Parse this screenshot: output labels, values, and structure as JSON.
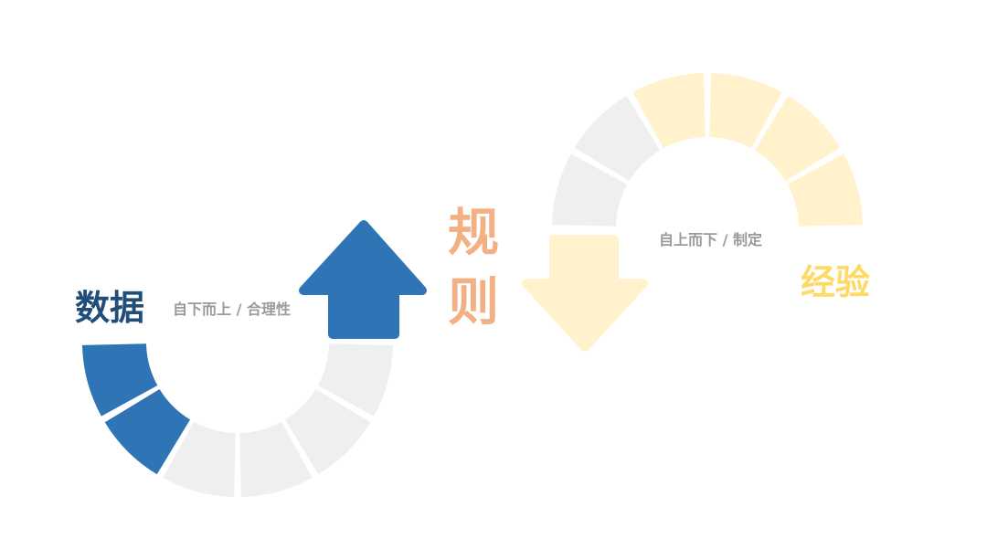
{
  "labels": {
    "data": "数据",
    "data_sub": "自下而上 / 合理性",
    "rule_1": "规",
    "rule_2": "则",
    "experience": "经验",
    "experience_sub": "自上而下 / 制定"
  },
  "colors": {
    "blue": "#2f75b5",
    "gray": "#efefef",
    "yellow": "#fff2cc",
    "data_text": "#1f4e79",
    "rule_text": "#f2b083",
    "experience_text": "#ffd966",
    "sub_text": "#9a9a9a"
  },
  "left_arc": {
    "segments": 6,
    "highlighted_segments": 2,
    "highlight_color": "blue",
    "base_color": "gray",
    "arrow": "up",
    "arrow_color": "blue"
  },
  "right_arc": {
    "segments": 6,
    "highlighted_segments": 4,
    "highlight_color": "yellow",
    "base_color": "gray",
    "arrow": "down",
    "arrow_color": "yellow"
  }
}
